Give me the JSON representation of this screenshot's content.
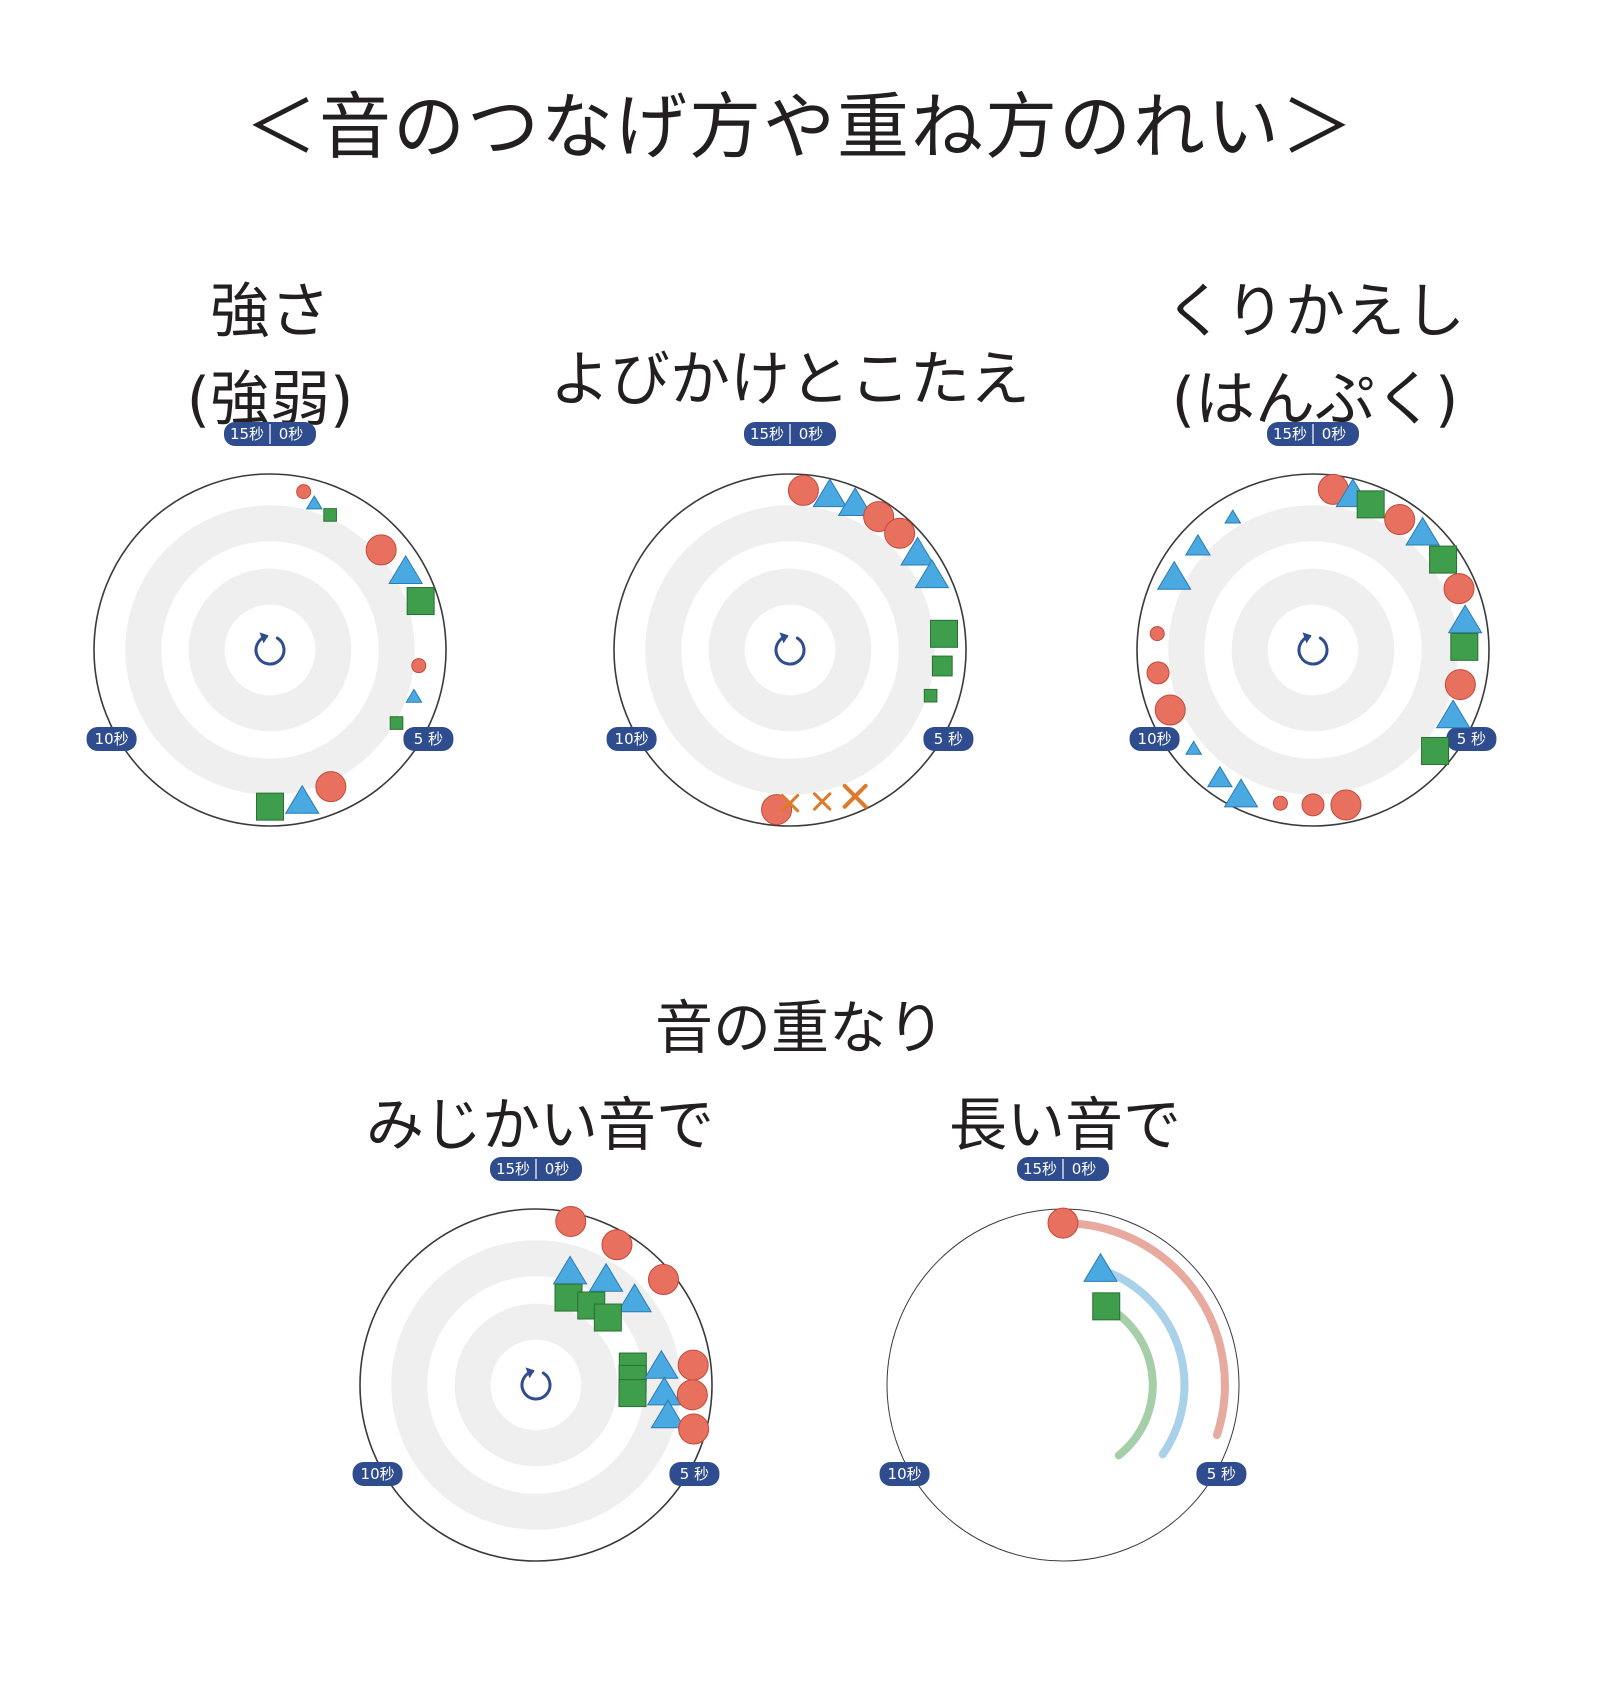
{
  "page_title": "＜音のつなげ方や重ね方のれい＞",
  "colors": {
    "circle": "#e8705f",
    "circle_stroke": "#c4493b",
    "triangle": "#4aa9e0",
    "triangle_stroke": "#2a7cb8",
    "square": "#3f9e4b",
    "square_stroke": "#2a6e34",
    "cross": "#e07a2a",
    "badge": "#2f4d8e",
    "rings": "#efefef",
    "reset": "#2f4d8e"
  },
  "labels": {
    "t0": "0秒",
    "t5": "5 秒",
    "t10": "10秒",
    "t15": "15秒"
  },
  "reset_icon": "reset-icon",
  "sections": [
    {
      "id": "strength",
      "title_lines": [
        "強さ",
        "(強弱)"
      ],
      "type": "dial_rings",
      "notes": [
        {
          "shape": "circle",
          "t": 0.5,
          "r": 0.92,
          "size": "s"
        },
        {
          "shape": "triangle",
          "t": 0.7,
          "r": 0.87,
          "size": "s"
        },
        {
          "shape": "square",
          "t": 1.0,
          "r": 0.84,
          "size": "s"
        },
        {
          "shape": "circle",
          "t": 2.0,
          "r": 0.85,
          "size": "l"
        },
        {
          "shape": "triangle",
          "t": 2.5,
          "r": 0.89,
          "size": "l"
        },
        {
          "shape": "square",
          "t": 3.0,
          "r": 0.9,
          "size": "l"
        },
        {
          "shape": "circle",
          "t": 4.0,
          "r": 0.85,
          "size": "s"
        },
        {
          "shape": "triangle",
          "t": 4.5,
          "r": 0.86,
          "size": "s"
        },
        {
          "shape": "square",
          "t": 5.0,
          "r": 0.83,
          "size": "s"
        },
        {
          "shape": "circle",
          "t": 6.5,
          "r": 0.85,
          "size": "l"
        },
        {
          "shape": "triangle",
          "t": 7.0,
          "r": 0.88,
          "size": "l"
        },
        {
          "shape": "square",
          "t": 7.5,
          "r": 0.89,
          "size": "l"
        }
      ]
    },
    {
      "id": "call-response",
      "title_lines": [
        "よびかけとこたえ"
      ],
      "type": "dial_rings",
      "notes": [
        {
          "shape": "circle",
          "t": 7.7,
          "r": 0.91,
          "size": "l"
        },
        {
          "shape": "circle",
          "t": 0.2,
          "r": 0.91,
          "size": "l"
        },
        {
          "shape": "triangle",
          "t": 0.6,
          "r": 0.91,
          "size": "l"
        },
        {
          "shape": "triangle",
          "t": 1.0,
          "r": 0.91,
          "size": "l"
        },
        {
          "shape": "circle",
          "t": 1.4,
          "r": 0.91,
          "size": "l"
        },
        {
          "shape": "circle",
          "t": 1.8,
          "r": 0.91,
          "size": "l"
        },
        {
          "shape": "triangle",
          "t": 2.2,
          "r": 0.91,
          "size": "l"
        },
        {
          "shape": "triangle",
          "t": 2.6,
          "r": 0.91,
          "size": "l"
        },
        {
          "shape": "square",
          "t": 3.5,
          "r": 0.88,
          "size": "l"
        },
        {
          "shape": "square",
          "t": 4.0,
          "r": 0.87,
          "size": "m"
        },
        {
          "shape": "square",
          "t": 4.5,
          "r": 0.84,
          "size": "s"
        },
        {
          "shape": "cross",
          "t": 6.5,
          "r": 0.91,
          "size": "l"
        },
        {
          "shape": "cross",
          "t": 7.0,
          "r": 0.88,
          "size": "m"
        },
        {
          "shape": "cross",
          "t": 7.5,
          "r": 0.87,
          "size": "m"
        }
      ]
    },
    {
      "id": "repetition",
      "title_lines": [
        "くりかえし",
        "(はんぷく)"
      ],
      "type": "dial_rings",
      "notes": [
        {
          "shape": "circle",
          "t": 0.3,
          "r": 0.92,
          "size": "l"
        },
        {
          "shape": "triangle",
          "t": 0.6,
          "r": 0.91,
          "size": "l"
        },
        {
          "shape": "square",
          "t": 0.9,
          "r": 0.89,
          "size": "l"
        },
        {
          "shape": "circle",
          "t": 1.4,
          "r": 0.89,
          "size": "l"
        },
        {
          "shape": "triangle",
          "t": 1.8,
          "r": 0.91,
          "size": "l"
        },
        {
          "shape": "square",
          "t": 2.3,
          "r": 0.9,
          "size": "l"
        },
        {
          "shape": "circle",
          "t": 2.8,
          "r": 0.9,
          "size": "l"
        },
        {
          "shape": "triangle",
          "t": 3.3,
          "r": 0.88,
          "size": "l"
        },
        {
          "shape": "square",
          "t": 3.7,
          "r": 0.86,
          "size": "l"
        },
        {
          "shape": "circle",
          "t": 4.3,
          "r": 0.86,
          "size": "l"
        },
        {
          "shape": "triangle",
          "t": 4.8,
          "r": 0.88,
          "size": "l"
        },
        {
          "shape": "square",
          "t": 5.4,
          "r": 0.9,
          "size": "l"
        },
        {
          "shape": "circle",
          "t": 7.0,
          "r": 0.9,
          "size": "l"
        },
        {
          "shape": "circle",
          "t": 7.5,
          "r": 0.88,
          "size": "m"
        },
        {
          "shape": "circle",
          "t": 8.0,
          "r": 0.89,
          "size": "s"
        },
        {
          "shape": "triangle",
          "t": 8.6,
          "r": 0.92,
          "size": "l"
        },
        {
          "shape": "triangle",
          "t": 9.0,
          "r": 0.9,
          "size": "m"
        },
        {
          "shape": "triangle",
          "t": 9.6,
          "r": 0.88,
          "size": "s"
        },
        {
          "shape": "circle",
          "t": 10.3,
          "r": 0.88,
          "size": "l"
        },
        {
          "shape": "circle",
          "t": 10.9,
          "r": 0.89,
          "size": "m"
        },
        {
          "shape": "circle",
          "t": 11.5,
          "r": 0.89,
          "size": "s"
        },
        {
          "shape": "triangle",
          "t": 12.4,
          "r": 0.89,
          "size": "l"
        },
        {
          "shape": "triangle",
          "t": 13.0,
          "r": 0.88,
          "size": "m"
        },
        {
          "shape": "triangle",
          "t": 13.7,
          "r": 0.88,
          "size": "s"
        }
      ]
    }
  ],
  "overlap": {
    "heading": "音の重なり",
    "short": {
      "title": "みじかい音で",
      "notes": [
        {
          "shape": "circle",
          "t": 0.5,
          "r": 0.95,
          "size": "l"
        },
        {
          "shape": "circle",
          "t": 1.25,
          "r": 0.92,
          "size": "l"
        },
        {
          "shape": "circle",
          "t": 2.1,
          "r": 0.94,
          "size": "l"
        },
        {
          "shape": "triangle",
          "t": 0.7,
          "r": 0.67,
          "size": "l"
        },
        {
          "shape": "triangle",
          "t": 1.4,
          "r": 0.72,
          "size": "l"
        },
        {
          "shape": "triangle",
          "t": 2.05,
          "r": 0.74,
          "size": "l"
        },
        {
          "shape": "square",
          "t": 0.85,
          "r": 0.53,
          "size": "l"
        },
        {
          "shape": "square",
          "t": 1.45,
          "r": 0.55,
          "size": "l"
        },
        {
          "shape": "square",
          "t": 1.95,
          "r": 0.56,
          "size": "l"
        },
        {
          "shape": "square",
          "t": 3.3,
          "r": 0.56,
          "size": "l"
        },
        {
          "shape": "square",
          "t": 3.6,
          "r": 0.55,
          "size": "l"
        },
        {
          "shape": "square",
          "t": 3.95,
          "r": 0.55,
          "size": "l"
        },
        {
          "shape": "triangle",
          "t": 3.4,
          "r": 0.72,
          "size": "l"
        },
        {
          "shape": "triangle",
          "t": 3.9,
          "r": 0.73,
          "size": "l"
        },
        {
          "shape": "triangle",
          "t": 4.3,
          "r": 0.77,
          "size": "l"
        },
        {
          "shape": "circle",
          "t": 3.45,
          "r": 0.9,
          "size": "l"
        },
        {
          "shape": "circle",
          "t": 3.9,
          "r": 0.89,
          "size": "l"
        },
        {
          "shape": "circle",
          "t": 4.4,
          "r": 0.93,
          "size": "l"
        }
      ]
    },
    "long": {
      "title": "長い音で",
      "arcs": [
        {
          "shape": "circle",
          "t_start": 0.0,
          "t_end": 4.5,
          "r": 0.92
        },
        {
          "shape": "triangle",
          "t_start": 0.75,
          "t_end": 5.2,
          "r": 0.69
        },
        {
          "shape": "square",
          "t_start": 1.2,
          "t_end": 5.9,
          "r": 0.51
        }
      ]
    }
  }
}
